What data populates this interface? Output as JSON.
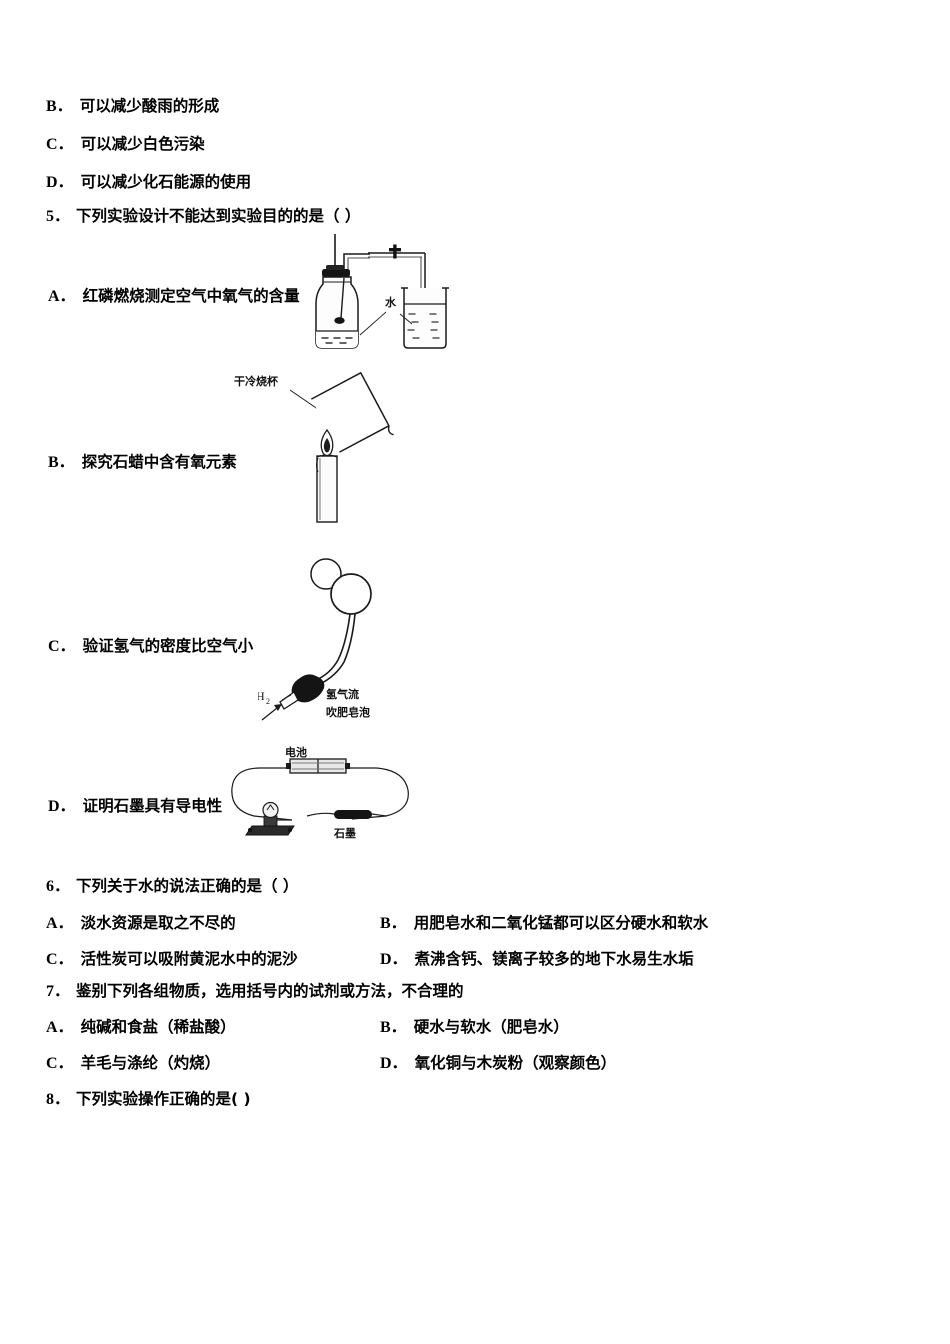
{
  "document": {
    "type": "chemistry-exam-page",
    "language": "zh-CN"
  },
  "question4_options": [
    {
      "letter": "B．",
      "text": "可以减少酸雨的形成"
    },
    {
      "letter": "C．",
      "text": "可以减少白色污染"
    },
    {
      "letter": "D．",
      "text": "可以减少化石能源的使用"
    }
  ],
  "question5": {
    "number": "5．",
    "stem": "下列实验设计不能达到实验目的的是（   ）",
    "options": [
      {
        "letter": "A．",
        "text": "红磷燃烧测定空气中氧气的含量"
      },
      {
        "letter": "B．",
        "text": "探究石蜡中含有氧元素"
      },
      {
        "letter": "C．",
        "text": "验证氢气的密度比空气小"
      },
      {
        "letter": "D．",
        "text": "证明石墨具有导电性"
      }
    ],
    "figures": {
      "a_labels": {
        "water": "水"
      },
      "b_labels": {
        "beaker": "干冷烧杯"
      },
      "c_labels": {
        "gas": "H",
        "gas_sub": "2",
        "stream_line1": "氢气流",
        "stream_line2": "吹肥皂泡"
      },
      "d_labels": {
        "battery": "电池",
        "graphite": "石墨"
      }
    }
  },
  "question6": {
    "number": "6．",
    "stem": "下列关于水的说法正确的是（    ）",
    "options": [
      {
        "letter": "A．",
        "text": "淡水资源是取之不尽的"
      },
      {
        "letter": "B．",
        "text": "用肥皂水和二氧化锰都可以区分硬水和软水"
      },
      {
        "letter": "C．",
        "text": "活性炭可以吸附黄泥水中的泥沙"
      },
      {
        "letter": "D．",
        "text": "煮沸含钙、镁离子较多的地下水易生水垢"
      }
    ]
  },
  "question7": {
    "number": "7．",
    "stem": "鉴别下列各组物质，选用括号内的试剂或方法，不合理的",
    "options": [
      {
        "letter": "A．",
        "text": "纯碱和食盐（稀盐酸）"
      },
      {
        "letter": "B．",
        "text": "硬水与软水（肥皂水）"
      },
      {
        "letter": "C．",
        "text": "羊毛与涤纶（灼烧）"
      },
      {
        "letter": "D．",
        "text": "氧化铜与木炭粉（观察颜色）"
      }
    ]
  },
  "question8": {
    "number": "8．",
    "stem": "下列实验操作正确的是(  )"
  },
  "colors": {
    "text": "#0d0d0d",
    "ink": "#1a1a1a",
    "stopper": "#151515",
    "graphite": "#141414"
  }
}
